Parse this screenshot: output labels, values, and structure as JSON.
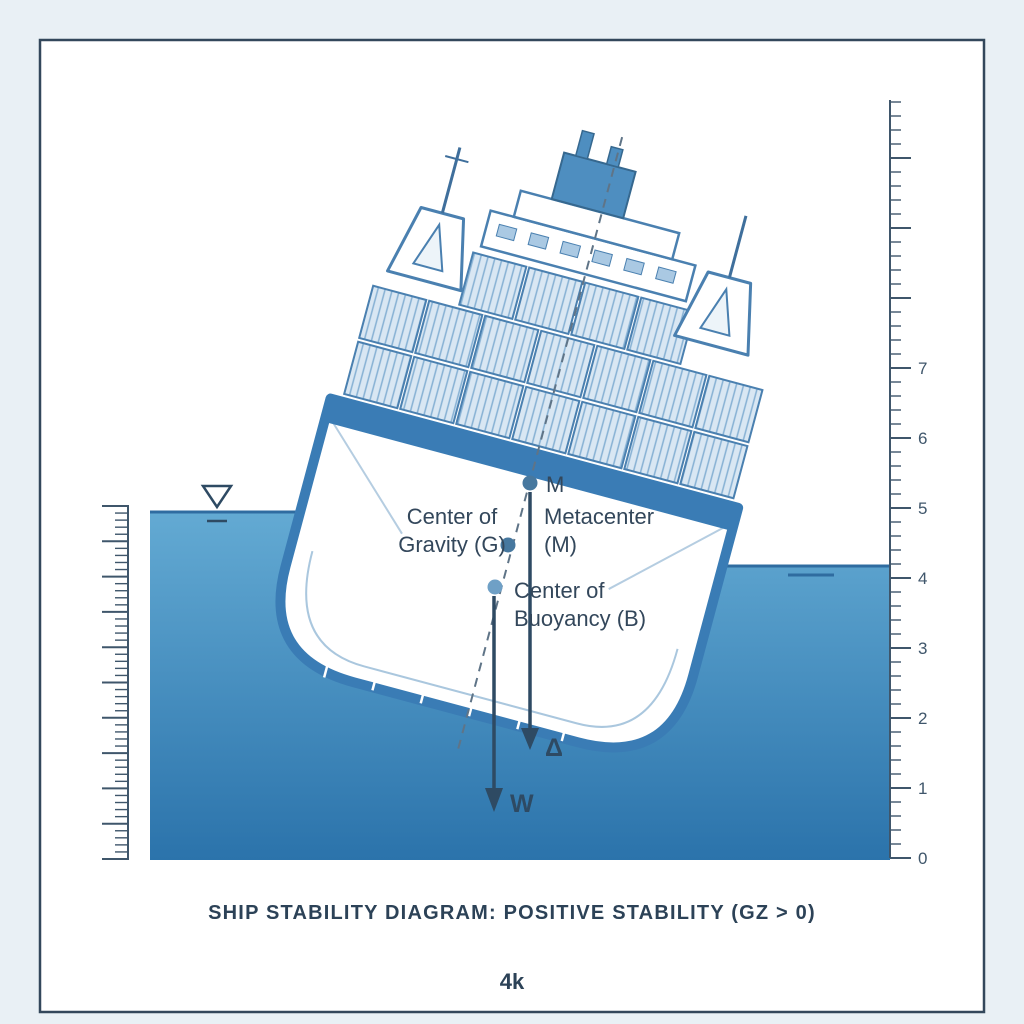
{
  "diagram": {
    "caption": "SHIP STABILITY DIAGRAM: POSITIVE STABILITY (GZ > 0)",
    "watermark": "4k"
  },
  "labels": {
    "m_point": "M",
    "metacenter_1": "Metacenter",
    "metacenter_2": "(M)",
    "gravity_1": "Center of",
    "gravity_2": "Gravity (G)",
    "buoyancy_1": "Center of",
    "buoyancy_2": "Buoyancy (B)",
    "weight_arrow": "W",
    "buoyancy_arrow": "Δ"
  },
  "rulers": {
    "right": {
      "labels": [
        "0",
        "1",
        "2",
        "3",
        "4",
        "5",
        "6",
        "7"
      ]
    }
  },
  "colors": {
    "background": "#e9f0f5",
    "frame_border": "#33475b",
    "water_top": "#63aad3",
    "water_bottom": "#2b73ab",
    "water_surface": "#2f6ca0",
    "ship_outline": "#3a7cb5",
    "container_fill": "#d9e7f3",
    "container_stripe": "#85b0d3",
    "container_border": "#4a80b0",
    "funnel": "#4e8ec0",
    "annotation": "#2e4a63",
    "text": "#33475b",
    "dot": "#47789f",
    "dot_buoyancy": "#6fa0c6",
    "ruler": "#3f566b"
  }
}
